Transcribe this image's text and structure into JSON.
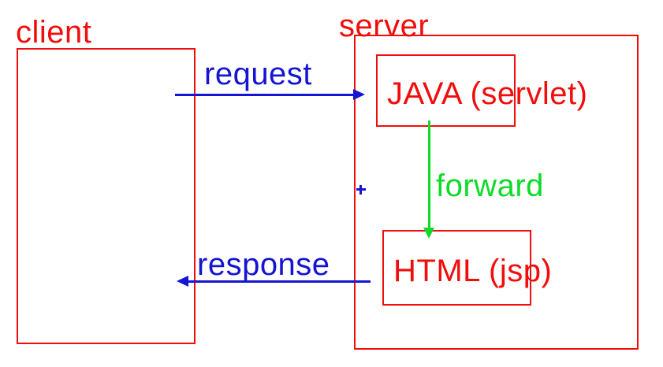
{
  "diagram": {
    "title": "client-server servlet/jsp request flow",
    "client": {
      "label": "client"
    },
    "server": {
      "label": "server"
    },
    "java_box": {
      "label": "JAVA (servlet)"
    },
    "html_box": {
      "label": "HTML (jsp)"
    },
    "arrows": {
      "request": {
        "label": "request",
        "direction": "right",
        "from": "client",
        "to": "JAVA (servlet)"
      },
      "forward": {
        "label": "forward",
        "direction": "down",
        "from": "JAVA (servlet)",
        "to": "HTML (jsp)"
      },
      "response": {
        "label": "response",
        "direction": "left",
        "from": "HTML (jsp)",
        "to": "client"
      }
    },
    "cursor_mark": {
      "symbol": "+"
    }
  },
  "colors": {
    "red": "#f20d0d",
    "blue": "#1414d2",
    "green": "#0cdc28",
    "bg": "#ffffff"
  }
}
